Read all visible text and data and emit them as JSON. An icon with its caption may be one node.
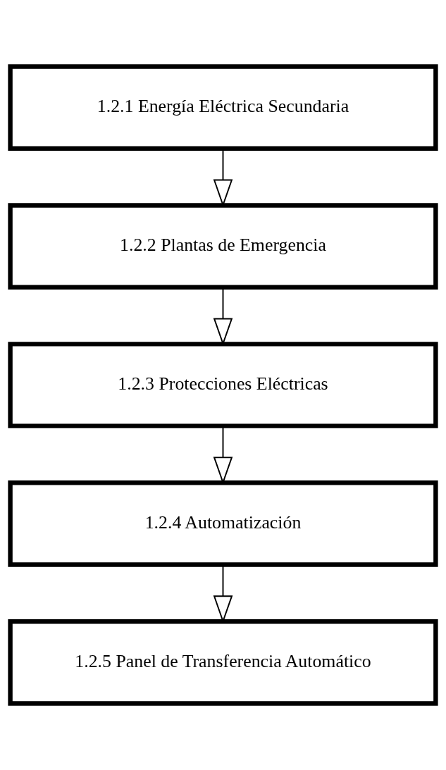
{
  "diagram": {
    "nodes": [
      {
        "text": [
          "1.2.1 Energía Eléctrica Secundaria"
        ]
      },
      {
        "text": [
          "1.2.2 Plantas de Emergencia"
        ]
      },
      {
        "text": [
          "1.2.3 Protecciones Eléctricas"
        ]
      },
      {
        "text": [
          "1.2.4 Automatización"
        ]
      },
      {
        "text": [
          "1.2.5 Panel de Transferencia Automático"
        ]
      }
    ],
    "edges": [
      {
        "from": 0,
        "to": 1,
        "arrow": "to"
      },
      {
        "from": 1,
        "to": 2,
        "arrow": "to"
      },
      {
        "from": 2,
        "to": 3,
        "arrow": "to"
      },
      {
        "from": 3,
        "to": 4,
        "arrow": "to"
      }
    ]
  }
}
